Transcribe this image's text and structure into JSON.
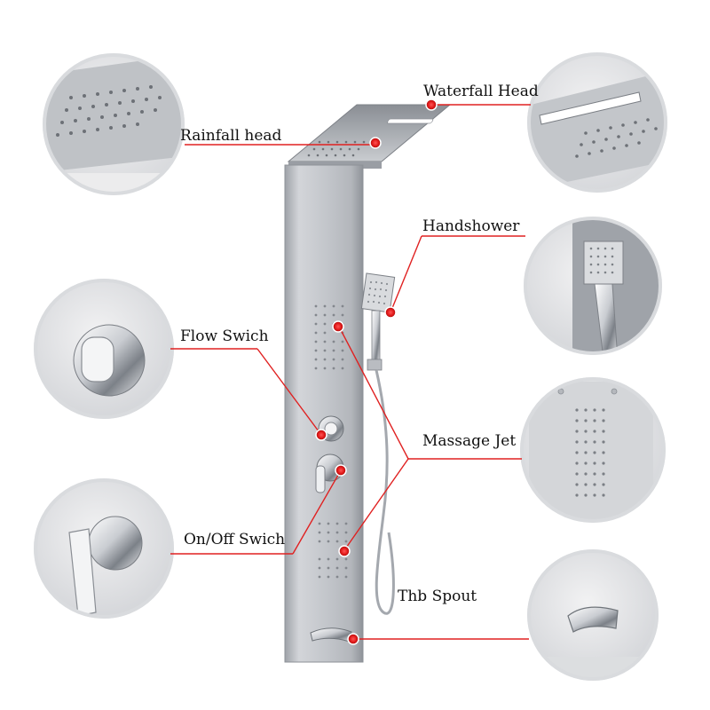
{
  "labels": {
    "rainfall": "Rainfall head",
    "waterfall": "Waterfall Head",
    "handshower": "Handshower",
    "flow": "Flow Swich",
    "massage": "Massage Jet",
    "onoff": "On/Off  Swich",
    "spout": "Thb Spout"
  },
  "colors": {
    "marker": "#e21a1a",
    "leader_line": "#e02020",
    "panel_steel": "#c4c6ca",
    "detail_ring": "#d6d8dc",
    "background": "#ffffff"
  },
  "details": {
    "rainfall": "rainfall-head-closeup",
    "waterfall": "waterfall-head-closeup",
    "handshower": "handshower-closeup",
    "flow": "flow-switch-closeup",
    "massage": "massage-jet-closeup",
    "onoff": "onoff-switch-closeup",
    "spout": "tub-spout-closeup"
  }
}
